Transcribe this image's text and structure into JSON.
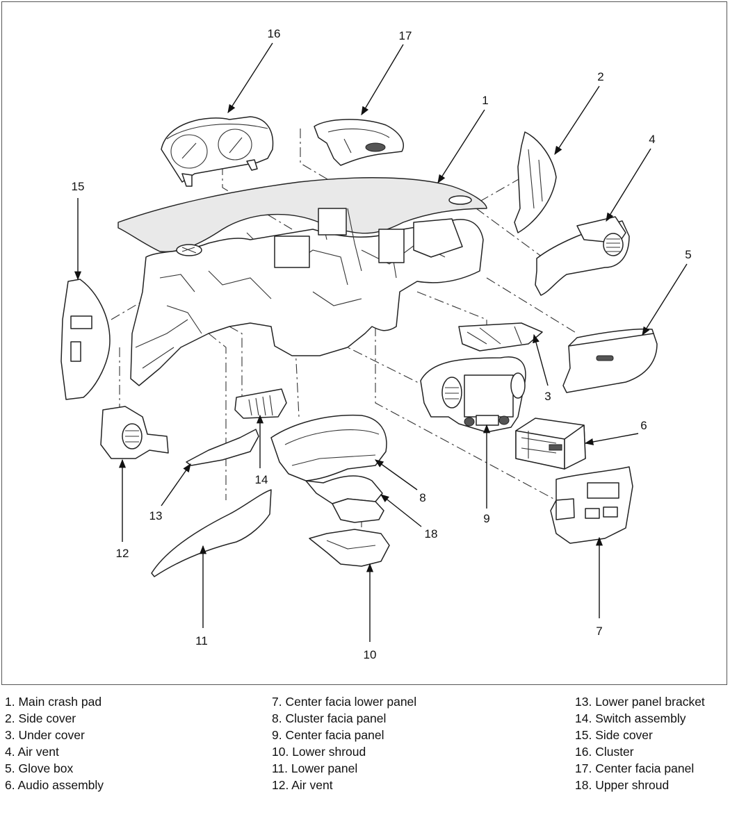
{
  "callouts": {
    "c1": "1",
    "c2": "2",
    "c3": "3",
    "c4": "4",
    "c5": "5",
    "c6": "6",
    "c7": "7",
    "c8": "8",
    "c9": "9",
    "c10": "10",
    "c11": "11",
    "c12": "12",
    "c13": "13",
    "c14": "14",
    "c15": "15",
    "c16": "16",
    "c17": "17",
    "c18": "18"
  },
  "legend": {
    "col1": [
      "1. Main crash pad",
      "2. Side cover",
      "3. Under cover",
      "4. Air vent",
      "5. Glove box",
      "6. Audio assembly"
    ],
    "col2": [
      "7. Center facia lower panel",
      "8. Cluster facia panel",
      "9. Center facia panel",
      "10. Lower shroud",
      "11. Lower panel",
      "12. Air vent"
    ],
    "col3": [
      "13. Lower panel bracket",
      "14. Switch assembly",
      "15. Side cover",
      "16. Cluster",
      "17. Center facia panel",
      "18. Upper shroud"
    ]
  }
}
